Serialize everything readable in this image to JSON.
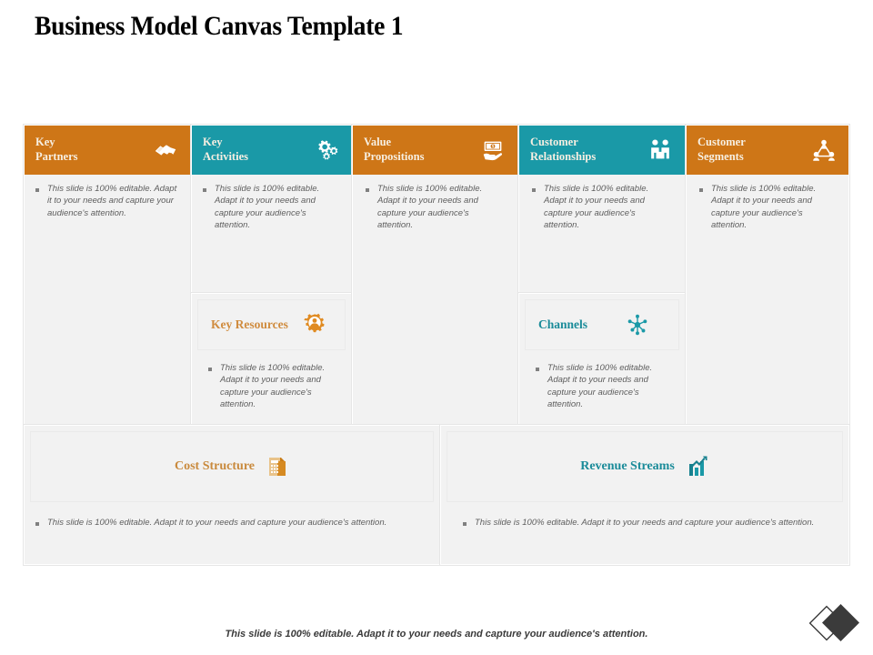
{
  "slide": {
    "title": "Business Model Canvas Template 1",
    "footer_note": "This slide is 100% editable. Adapt it to your needs and capture your audience's attention.",
    "logo_icon": "diamond-logo"
  },
  "colors": {
    "orange": "#ce7617",
    "teal": "#1a99a7",
    "cell_background": "#f2f2f2",
    "header_text": "#f7efe2",
    "body_text": "#5e5e5e"
  },
  "body_text": {
    "short": "This slide is 100% editable. Adapt it to your needs and capture your audience's attention.",
    "wide": "This slide is 100% editable. Adapt it to your needs and capture your audience's attention."
  },
  "canvas": {
    "top_row": [
      {
        "title": "Key Partners",
        "title_line1": "Key",
        "title_line2": "Partners",
        "theme": "orange",
        "icon": "handshake-icon"
      },
      {
        "title": "Key Activities",
        "title_line1": "Key",
        "title_line2": "Activities",
        "theme": "teal",
        "icon": "gears-icon"
      },
      {
        "title": "Value Propositions",
        "title_line1": "Value",
        "title_line2": "Propositions",
        "theme": "orange",
        "icon": "money-hand-icon"
      },
      {
        "title": "Customer Relationships",
        "title_line1": "Customer",
        "title_line2": "Relationships",
        "theme": "teal",
        "icon": "two-people-icon"
      },
      {
        "title": "Customer Segments",
        "title_line1": "Customer",
        "title_line2": "Segments",
        "theme": "orange",
        "icon": "people-network-icon"
      }
    ],
    "middle_row": [
      {
        "title": "Key Resources",
        "theme": "orange",
        "icon": "gear-person-icon"
      },
      {
        "title": "Channels",
        "theme": "teal",
        "icon": "hub-network-icon"
      }
    ],
    "bottom_row": [
      {
        "title": "Cost Structure",
        "theme": "orange",
        "icon": "calculator-building-icon"
      },
      {
        "title": "Revenue Streams",
        "theme": "teal",
        "icon": "bar-chart-arrow-icon"
      }
    ]
  }
}
